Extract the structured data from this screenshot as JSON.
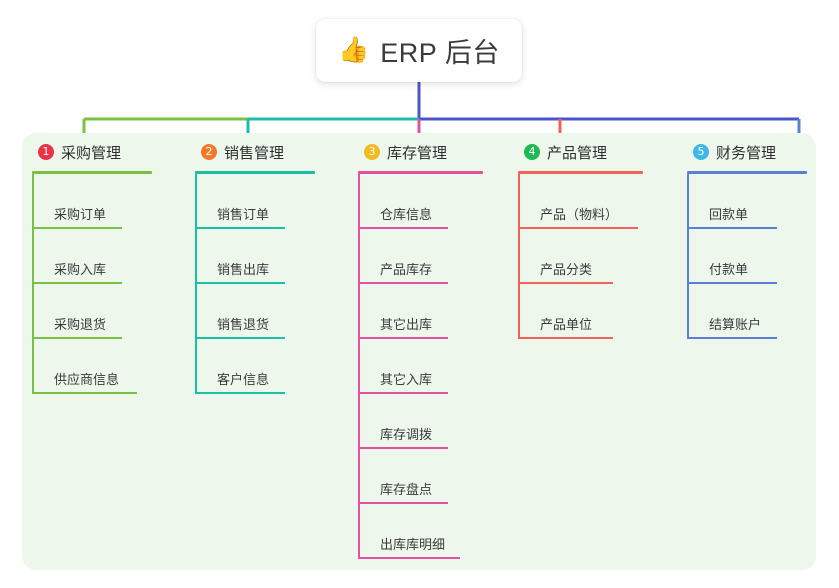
{
  "root": {
    "icon": "thumbs-up-icon",
    "icon_glyph": "👍",
    "title": "ERP 后台"
  },
  "palette": {
    "page_bg": "#ffffff",
    "panel_bg": "#eef7ec",
    "card_bg": "#ffffff",
    "text": "#3a3a3c",
    "trunk": "#4a55c8"
  },
  "columns": [
    {
      "number": "1",
      "title": "采购管理",
      "badge_color": "#e8334a",
      "line_color": "#7ac043",
      "items": [
        {
          "label": "采购订单"
        },
        {
          "label": "采购入库"
        },
        {
          "label": "采购退货"
        },
        {
          "label": "供应商信息"
        }
      ]
    },
    {
      "number": "2",
      "title": "销售管理",
      "badge_color": "#f0792b",
      "line_color": "#1bbfa5",
      "items": [
        {
          "label": "销售订单"
        },
        {
          "label": "销售出库"
        },
        {
          "label": "销售退货"
        },
        {
          "label": "客户信息"
        }
      ]
    },
    {
      "number": "3",
      "title": "库存管理",
      "badge_color": "#f5b921",
      "line_color": "#e martial"
    }
  ]
}
